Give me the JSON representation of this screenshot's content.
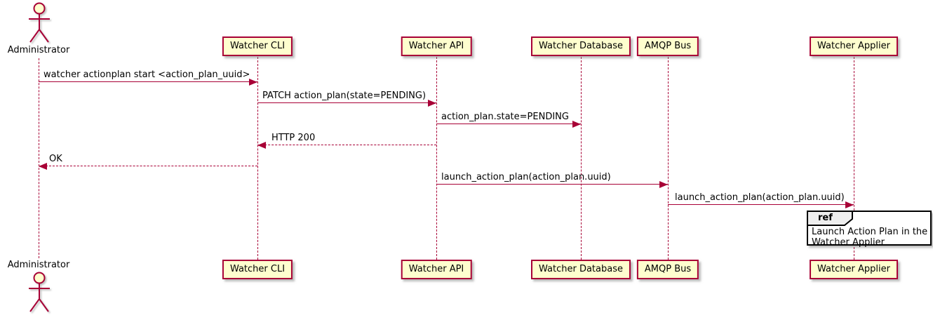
{
  "colors": {
    "accent": "#A80036",
    "participant_fill": "#FEFECE",
    "ref_header_fill": "#EEEEEE",
    "text": "#000000",
    "background": "#FFFFFF"
  },
  "actor": {
    "name": "Administrator"
  },
  "participants": [
    {
      "label": "Watcher CLI"
    },
    {
      "label": "Watcher API"
    },
    {
      "label": "Watcher Database"
    },
    {
      "label": "AMQP Bus"
    },
    {
      "label": "Watcher Applier"
    }
  ],
  "messages": [
    {
      "from": "Administrator",
      "to": "Watcher CLI",
      "label": "watcher actionplan start <action_plan_uuid>",
      "line": "solid",
      "direction": "right"
    },
    {
      "from": "Watcher CLI",
      "to": "Watcher API",
      "label": "PATCH action_plan(state=PENDING)",
      "line": "solid",
      "direction": "right"
    },
    {
      "from": "Watcher API",
      "to": "Watcher Database",
      "label": "action_plan.state=PENDING",
      "line": "solid",
      "direction": "right"
    },
    {
      "from": "Watcher API",
      "to": "Watcher CLI",
      "label": "HTTP 200",
      "line": "dashed",
      "direction": "left"
    },
    {
      "from": "Watcher CLI",
      "to": "Administrator",
      "label": "OK",
      "line": "dashed",
      "direction": "left"
    },
    {
      "from": "Watcher API",
      "to": "AMQP Bus",
      "label": "launch_action_plan(action_plan.uuid)",
      "line": "solid",
      "direction": "right"
    },
    {
      "from": "AMQP Bus",
      "to": "Watcher Applier",
      "label": "launch_action_plan(action_plan.uuid)",
      "line": "solid",
      "direction": "right"
    }
  ],
  "ref": {
    "keyword": "ref",
    "lines": [
      "Launch Action Plan in the",
      "Watcher Applier"
    ]
  }
}
